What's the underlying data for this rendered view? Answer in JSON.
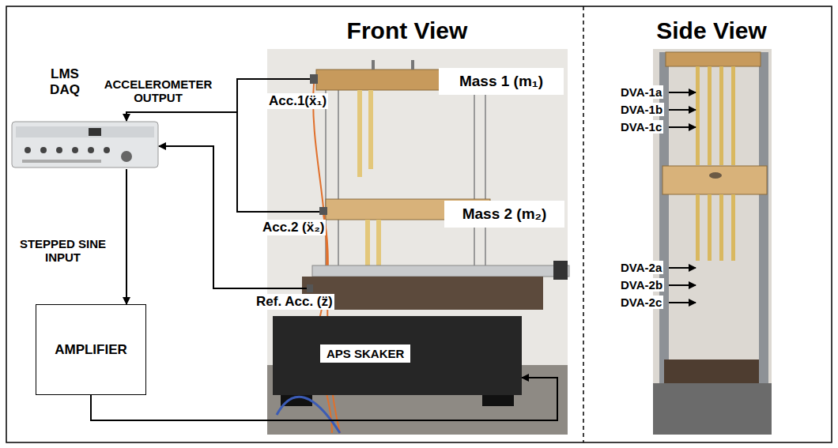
{
  "diagram": {
    "nodes": [
      {
        "text": [
          "Front View"
        ]
      },
      {
        "text": [
          "Side View"
        ]
      },
      {
        "text": [
          "LMS DAQ"
        ],
        "in": 0
      },
      {
        "text": [
          "AMPLIFIER"
        ],
        "in": 0
      },
      {
        "text": [
          "Mass 1 (m₁)"
        ],
        "in": 0
      },
      {
        "text": [
          "Mass 2 (m₂)"
        ],
        "in": 0
      },
      {
        "text": [
          "APS SKAKER"
        ],
        "in": 0
      }
    ],
    "edges": [
      {
        "from": 2,
        "to": 3,
        "arrow": "to",
        "label": "STEPPED SINE INPUT"
      },
      {
        "from": 3,
        "to": 6,
        "arrow": "to"
      }
    ],
    "labels": [
      "ACCELEROMETER OUTPUT",
      "Acc.1(ẍ₁)",
      "Acc.2 (ẍ₂)",
      "Ref. Acc. (z̈)",
      "DVA-1a",
      "DVA-1b",
      "DVA-1c",
      "DVA-2a",
      "DVA-2b",
      "DVA-2c"
    ]
  }
}
